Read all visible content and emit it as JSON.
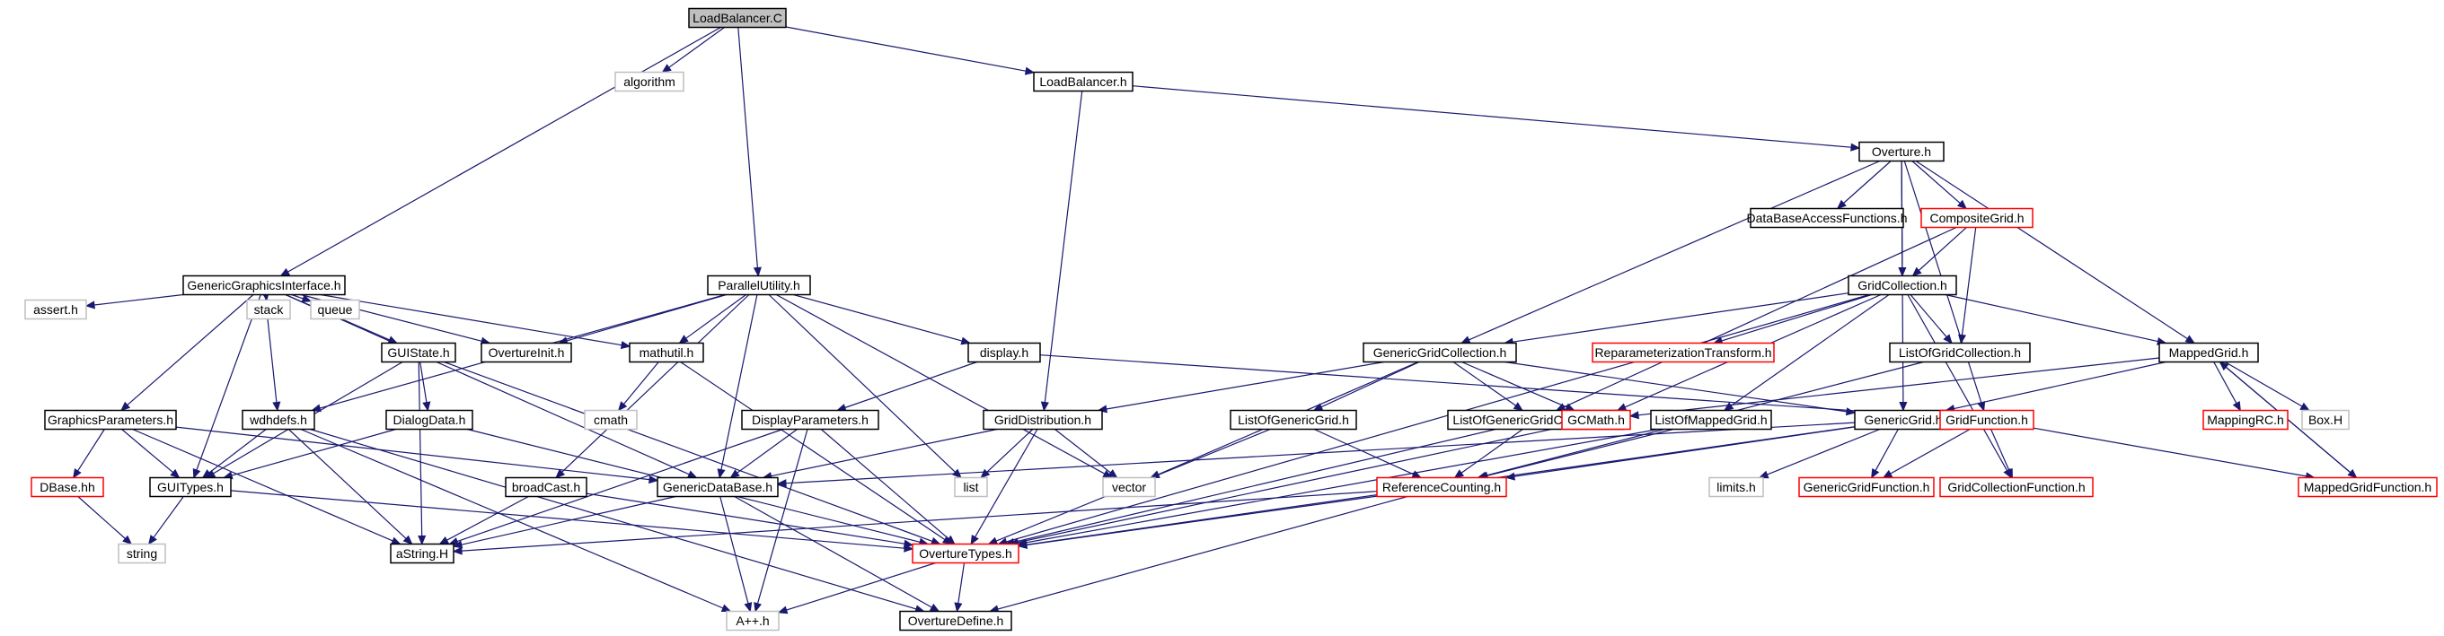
{
  "colors": {
    "edge": "#191970",
    "node_border": "#000000",
    "node_red": "#ff0000",
    "node_gray": "#bfbfbf",
    "root_fill": "#bfbfbf"
  },
  "nodes": {
    "LoadBalancer_C": "LoadBalancer.C",
    "algorithm": "algorithm",
    "LoadBalancer_h": "LoadBalancer.h",
    "GenericGraphicsInterface_h": "GenericGraphicsInterface.h",
    "ParallelUtility_h": "ParallelUtility.h",
    "Overture_h": "Overture.h",
    "DataBaseAccessFunctions_h": "DataBaseAccessFunctions.h",
    "CompositeGrid_h": "CompositeGrid.h",
    "GridCollection_h": "GridCollection.h",
    "assert_h": "assert.h",
    "stack": "stack",
    "queue": "queue",
    "GUIState_h": "GUIState.h",
    "OvertureInit_h": "OvertureInit.h",
    "mathutil_h": "mathutil.h",
    "display_h": "display.h",
    "GenericGridCollection_h": "GenericGridCollection.h",
    "ReparameterizationTransform_h": "ReparameterizationTransform.h",
    "ListOfGridCollection_h": "ListOfGridCollection.h",
    "MappedGrid_h": "MappedGrid.h",
    "GraphicsParameters_h": "GraphicsParameters.h",
    "wdhdefs_h": "wdhdefs.h",
    "DialogData_h": "DialogData.h",
    "cmath": "cmath",
    "DisplayParameters_h": "DisplayParameters.h",
    "GridDistribution_h": "GridDistribution.h",
    "ListOfGenericGrid_h": "ListOfGenericGrid.h",
    "ListOfGenericGridCollection_h": "ListOfGenericGridCollection.h",
    "GCMath_h": "GCMath.h",
    "ListOfMappedGrid_h": "ListOfMappedGrid.h",
    "GenericGrid_h": "GenericGrid.h",
    "GridFunction_h": "GridFunction.h",
    "MappingRC_h": "MappingRC.h",
    "Box_H": "Box.H",
    "DBase_hh": "DBase.hh",
    "GUITypes_h": "GUITypes.h",
    "broadCast_h": "broadCast.h",
    "GenericDataBase_h": "GenericDataBase.h",
    "list": "list",
    "vector": "vector",
    "ReferenceCounting_h": "ReferenceCounting.h",
    "limits_h": "limits.h",
    "GenericGridFunction_h": "GenericGridFunction.h",
    "GridCollectionFunction_h": "GridCollectionFunction.h",
    "MappedGridFunction_h": "MappedGridFunction.h",
    "string": "string",
    "aString_H": "aString.H",
    "OvertureTypes_h": "OvertureTypes.h",
    "App_h": "A++.h",
    "OvertureDefine_h": "OvertureDefine.h"
  }
}
